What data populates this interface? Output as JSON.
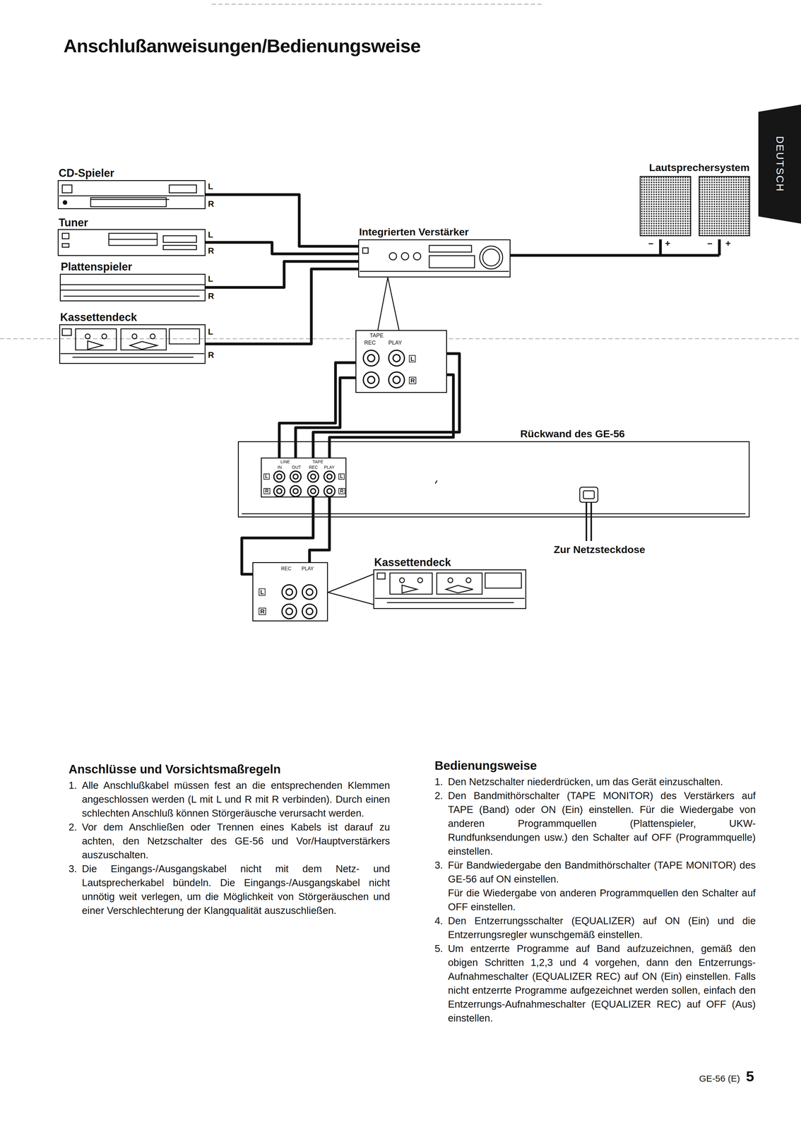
{
  "diagram": {
    "title": "Anschlußanweisungen/Bedienungsweise",
    "nodes": [
      {
        "text": [
          "CD-Spieler"
        ]
      },
      {
        "text": [
          "Tuner"
        ]
      },
      {
        "text": [
          "Plattenspieler"
        ]
      },
      {
        "text": [
          "Kassettendeck"
        ]
      },
      {
        "text": [
          "Integrierten Verstärker"
        ]
      },
      {
        "text": [
          "Lautsprechersystem"
        ]
      },
      {
        "text": [
          "TAPE",
          "REC",
          "PLAY",
          "L",
          "R"
        ]
      },
      {
        "text": [
          "Rückwand des GE-56"
        ]
      },
      {
        "text": [
          "LINE",
          "IN",
          "OUT",
          "TAPE",
          "REC",
          "PLAY",
          "L",
          "R",
          "L",
          "R"
        ],
        "in": 7
      },
      {
        "text": [
          "REC",
          "PLAY",
          "L",
          "R"
        ]
      },
      {
        "text": [
          "Kassettendeck"
        ]
      }
    ],
    "edges": [
      {
        "from": 0,
        "to": 4,
        "arrow": "none"
      },
      {
        "from": 1,
        "to": 4,
        "arrow": "none"
      },
      {
        "from": 2,
        "to": 4,
        "arrow": "none"
      },
      {
        "from": 3,
        "to": 4,
        "arrow": "none"
      },
      {
        "from": 4,
        "to": 5,
        "arrow": "none"
      },
      {
        "from": 4,
        "to": 6,
        "arrow": "none"
      },
      {
        "from": 6,
        "to": 8,
        "arrow": "none"
      },
      {
        "from": 8,
        "to": 9,
        "arrow": "none"
      },
      {
        "from": 10,
        "to": 9,
        "arrow": "none"
      }
    ],
    "labels": [
      "L",
      "R",
      "L",
      "R",
      "L",
      "R",
      "L",
      "R",
      "–",
      "+",
      "–",
      "+",
      "DEUTSCH",
      "Zur Netzsteckdose",
      "Anschlüsse und Vorsichtsmaßregeln",
      "1.",
      "Alle Anschlußkabel müssen fest an die entsprechenden Klemmen angeschlossen werden (L mit L und R mit R verbinden). Durch einen schlechten Anschluß können Störgeräusche verursacht werden.",
      "2.",
      "Vor dem Anschließen oder Trennen eines Kabels ist darauf zu achten, den Netzschalter des GE-56 und Vor/Hauptverstärkers auszuschalten.",
      "3.",
      "Die Eingangs-/Ausgangskabel nicht mit dem Netz- und Lautsprecherkabel bündeln. Die Eingangs-/Ausgangskabel nicht unnötig weit verlegen, um die Möglichkeit von Störgeräuschen und einer Verschlechterung der Klangqualität auszuschließen.",
      "Bedienungsweise",
      "1.",
      "Den Netzschalter niederdrücken, um das Gerät einzuschalten.",
      "2.",
      "Den Bandmithörschalter (TAPE MONITOR) des Verstärkers auf TAPE (Band) oder ON (Ein) einstellen. Für die Wiedergabe von anderen Programmquellen (Plattenspieler, UKW-Rundfunksendungen usw.) den Schalter auf OFF (Programmquelle) einstellen.",
      "3.",
      "Für Bandwiedergabe den Bandmithörschalter (TAPE MONITOR) des GE-56 auf ON einstellen.",
      "Für die Wiedergabe von anderen Programmquellen den Schalter auf OFF einstellen.",
      "4.",
      "Den Entzerrungsschalter (EQUALIZER) auf ON (Ein) und die Entzerrungsregler wunschgemäß einstellen.",
      "5.",
      "Um entzerrte Programme auf Band aufzuzeichnen, gemäß den obigen Schritten 1,2,3 und 4 vorgehen, dann den Entzerrungs-Aufnahmeschalter (EQUALIZER REC) auf ON (Ein) einstellen. Falls nicht entzerrte Programme aufgezeichnet werden sollen, einfach den Entzerrungs-Aufnahmeschalter (EQUALIZER REC) auf OFF (Aus) einstellen.",
      "GE-56 (E)",
      "5"
    ]
  }
}
